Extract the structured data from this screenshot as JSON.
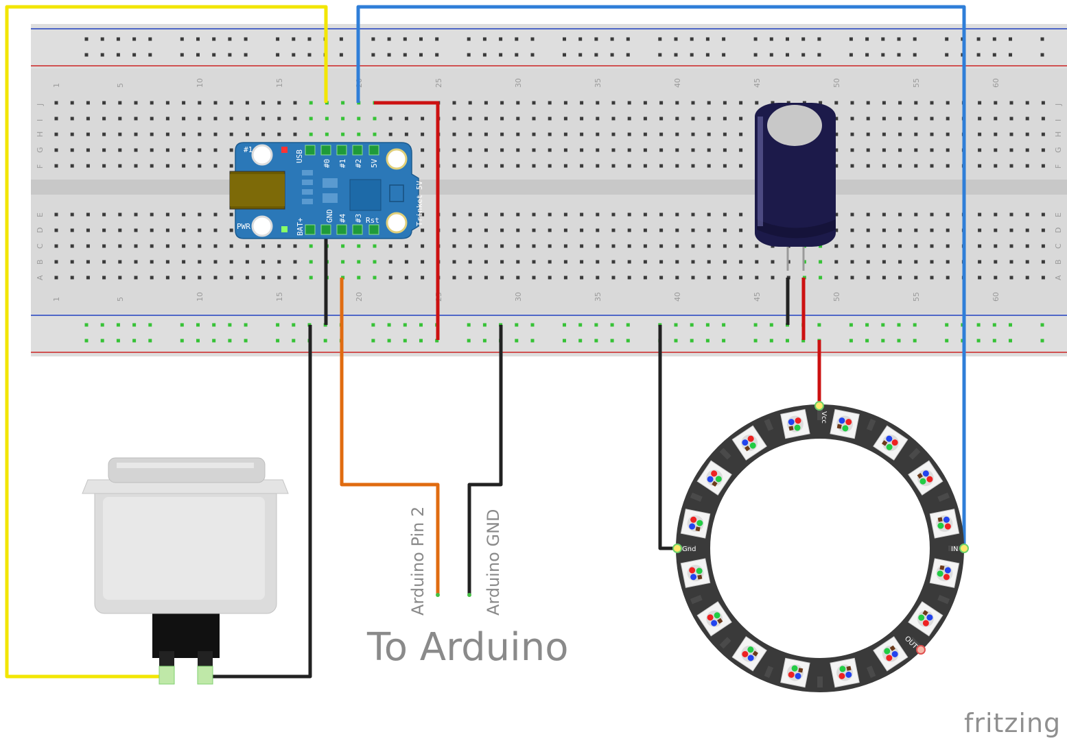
{
  "breadboard": {
    "column_labels": [
      "1",
      "5",
      "10",
      "15",
      "20",
      "25",
      "30",
      "35",
      "40",
      "45",
      "50",
      "55",
      "60"
    ],
    "column_label_values": [
      1,
      5,
      10,
      15,
      20,
      25,
      30,
      35,
      40,
      45,
      50,
      55,
      60
    ],
    "row_labels_top": [
      "J",
      "I",
      "H",
      "G",
      "F"
    ],
    "row_labels_bottom": [
      "E",
      "D",
      "C",
      "B",
      "A"
    ],
    "colors": {
      "board": "#d9d9d9",
      "hole": "#3a3a3a",
      "hole_active": "#36c236",
      "rail_blue": "#1f3fbf",
      "rail_red": "#cc2222"
    }
  },
  "trinket": {
    "name": "Trinket 5V",
    "brand_text": "Trinket 5V",
    "label_1": "#1",
    "label_pwr": "PWR",
    "label_usb": "USB",
    "top_pins": [
      "#0",
      "#1",
      "#2",
      "5V"
    ],
    "bottom_pins": [
      "BAT+",
      "GND",
      "#4",
      "#3",
      "Rst"
    ],
    "color": "#2b78b8"
  },
  "capacitor": {
    "color": "#1c1a4a"
  },
  "neopixel_ring": {
    "pixel_count": 16,
    "label_vcc": "Vcc",
    "label_gnd": "Gnd",
    "label_in": "IN",
    "label_out": "OUT"
  },
  "button": {
    "color": "#e6e6e6"
  },
  "wires": {
    "yellow": "#f2e600",
    "blue": "#2f7ed8",
    "red": "#cc1111",
    "black": "#222222",
    "orange": "#e06b10"
  },
  "annotations": {
    "arduino_pin2": "Arduino Pin 2",
    "arduino_gnd": "Arduino GND",
    "to_arduino": "To Arduino"
  },
  "brand": {
    "fritzing": "fritzing"
  }
}
